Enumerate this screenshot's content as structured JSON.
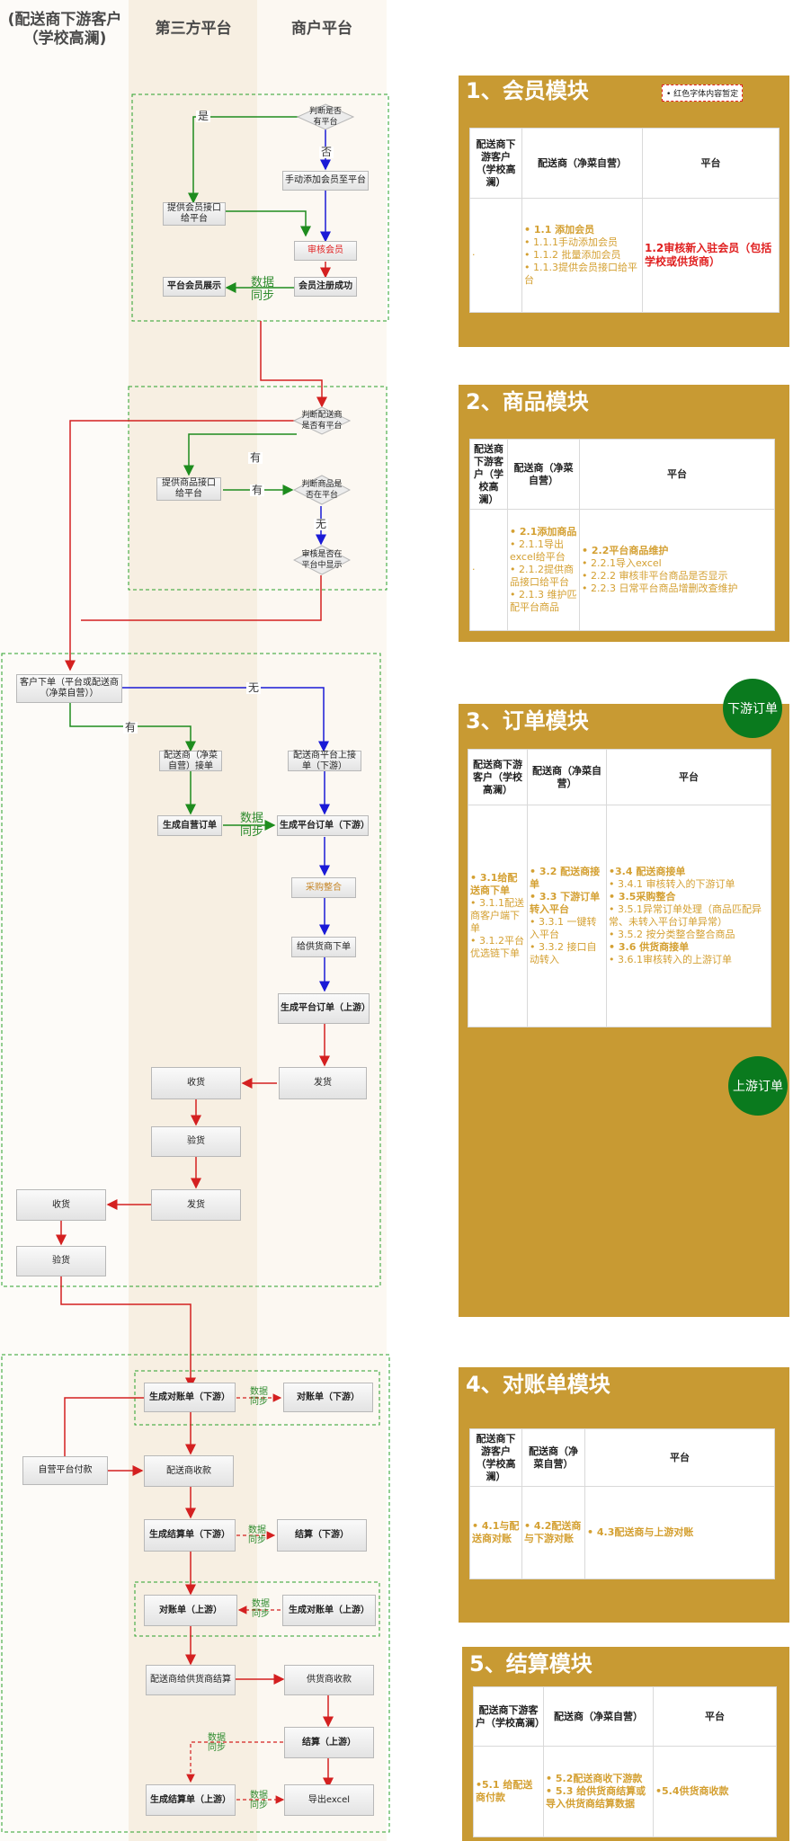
{
  "lanes": {
    "customer": "(配送商下游客户（学校高澜)",
    "third": "第三方平台",
    "merchant": "商户平台"
  },
  "flow": {
    "member": {
      "judge_platform": "判断是否有平台",
      "yes": "是",
      "no": "否",
      "manual_add": "手动添加会员至平台",
      "provide_api": "提供会员接口给平台",
      "review_member": "审核会员",
      "reg_success": "会员注册成功",
      "platform_show": "平台会员展示",
      "sync": "数据同步"
    },
    "goods": {
      "judge_distributor": "判断配送商是否有平台",
      "yes1": "有",
      "provide_api": "提供商品接口给平台",
      "yes2": "有",
      "judge_goods": "判断商品是否在平台",
      "none": "无",
      "review_show": "审核是否在平台中显示"
    },
    "order": {
      "customer_order": "客户下单（平台或配送商（净菜自营））",
      "none": "无",
      "yes": "有",
      "self_accept": "配送商（净菜自营）接单",
      "platform_accept": "配送商平台上接单（下游）",
      "gen_self": "生成自营订单",
      "sync": "数据同步",
      "gen_platform_down": "生成平台订单（下游）",
      "purchase": "采购整合",
      "to_supplier": "给供货商下单",
      "gen_platform_up": "生成平台订单（上游）",
      "ship1": "发货",
      "receive1": "收货",
      "check1": "验货",
      "ship2": "发货",
      "receive2": "收货",
      "check2": "验货"
    },
    "settle": {
      "gen_recon_down": "生成对账单（下游）",
      "sync1": "数据同步",
      "recon_down": "对账单（下游）",
      "self_pay": "自营平台付款",
      "distributor_receive": "配送商收款",
      "gen_settle_down": "生成结算单（下游）",
      "sync2": "数据同步",
      "settle_down": "结算（下游）",
      "recon_up": "对账单（上游）",
      "sync3": "数据同步",
      "gen_recon_up": "生成对账单（上游）",
      "pay_supplier": "配送商给供货商结算",
      "supplier_receive": "供货商收款",
      "sync4": "数据同步",
      "settle_up": "结算（上游）",
      "gen_settle_up": "生成结算单（上游）",
      "sync5": "数据同步",
      "export": "导出excel"
    }
  },
  "panels": {
    "p1": {
      "title": "1、会员模块",
      "note": "• 红色字体内容暂定",
      "headers": [
        "配送商下游客户（学校高澜）",
        "配送商（净菜自营）",
        "平台"
      ],
      "c1": "·",
      "c2": [
        "• 1.1 添加会员",
        "• 1.1.1手动添加会员",
        "• 1.1.2 批量添加会员",
        "• 1.1.3提供会员接口给平台"
      ],
      "c3": "1.2审核新入驻会员（包括学校或供货商）"
    },
    "p2": {
      "title": "2、商品模块",
      "headers": [
        "配送商下游客户（学校高澜）",
        "配送商（净菜自营）",
        "平台"
      ],
      "c1": "·",
      "c2": [
        "• 2.1添加商品",
        "• 2.1.1导出excel给平台",
        "• 2.1.2提供商品接口给平台",
        "• 2.1.3 维护匹配平台商品"
      ],
      "c3": [
        "• 2.2平台商品维护",
        "• 2.2.1导入excel",
        "• 2.2.2 审核非平台商品是否显示",
        "• 2.2.3 日常平台商品增删改查维护"
      ]
    },
    "p3": {
      "title": "3、订单模块",
      "badge_down": "下游订单",
      "badge_up": "上游订单",
      "headers": [
        "配送商下游客户（学校高澜）",
        "配送商（净菜自营）",
        "平台"
      ],
      "c1": [
        "• 3.1给配送商下单",
        "• 3.1.1配送商客户端下单",
        "• 3.1.2平台优选链下单"
      ],
      "c2": [
        "• 3.2 配送商接单",
        "• 3.3 下游订单转入平台",
        "• 3.3.1 一键转入平台",
        "• 3.3.2 接口自动转入"
      ],
      "c3": [
        "•3.4 配送商接单",
        "• 3.4.1 审核转入的下游订单",
        "• 3.5采购整合",
        "• 3.5.1异常订单处理（商品匹配异常、未转入平台订单异常）",
        "• 3.5.2 按分类整合整合商品",
        "• 3.6  供货商接单",
        "• 3.6.1审核转入的上游订单"
      ]
    },
    "p4": {
      "title": "4、对账单模块",
      "headers": [
        "配送商下游客户（学校高澜）",
        "配送商（净菜自营）",
        "平台"
      ],
      "c1": "• 4.1与配送商对账",
      "c2": "• 4.2配送商与下游对账",
      "c3": "• 4.3配送商与上游对账"
    },
    "p5": {
      "title": "5、结算模块",
      "headers": [
        "配送商下游客户（学校高澜）",
        "配送商（净菜自营）",
        "平台"
      ],
      "c1": "•5.1 给配送商付款",
      "c2": [
        "• 5.2配送商收下游款",
        "• 5.3 给供货商结算或导入供货商结算数据"
      ],
      "c3": "•5.4供货商收款"
    }
  },
  "colors": {
    "panel_bg": "#c89a33",
    "panel_text": "#d4a032",
    "green_arrow": "#1e8c1e",
    "blue_arrow": "#1a1ad6",
    "red_arrow": "#d42020",
    "badge_green": "#0a7a1e"
  }
}
